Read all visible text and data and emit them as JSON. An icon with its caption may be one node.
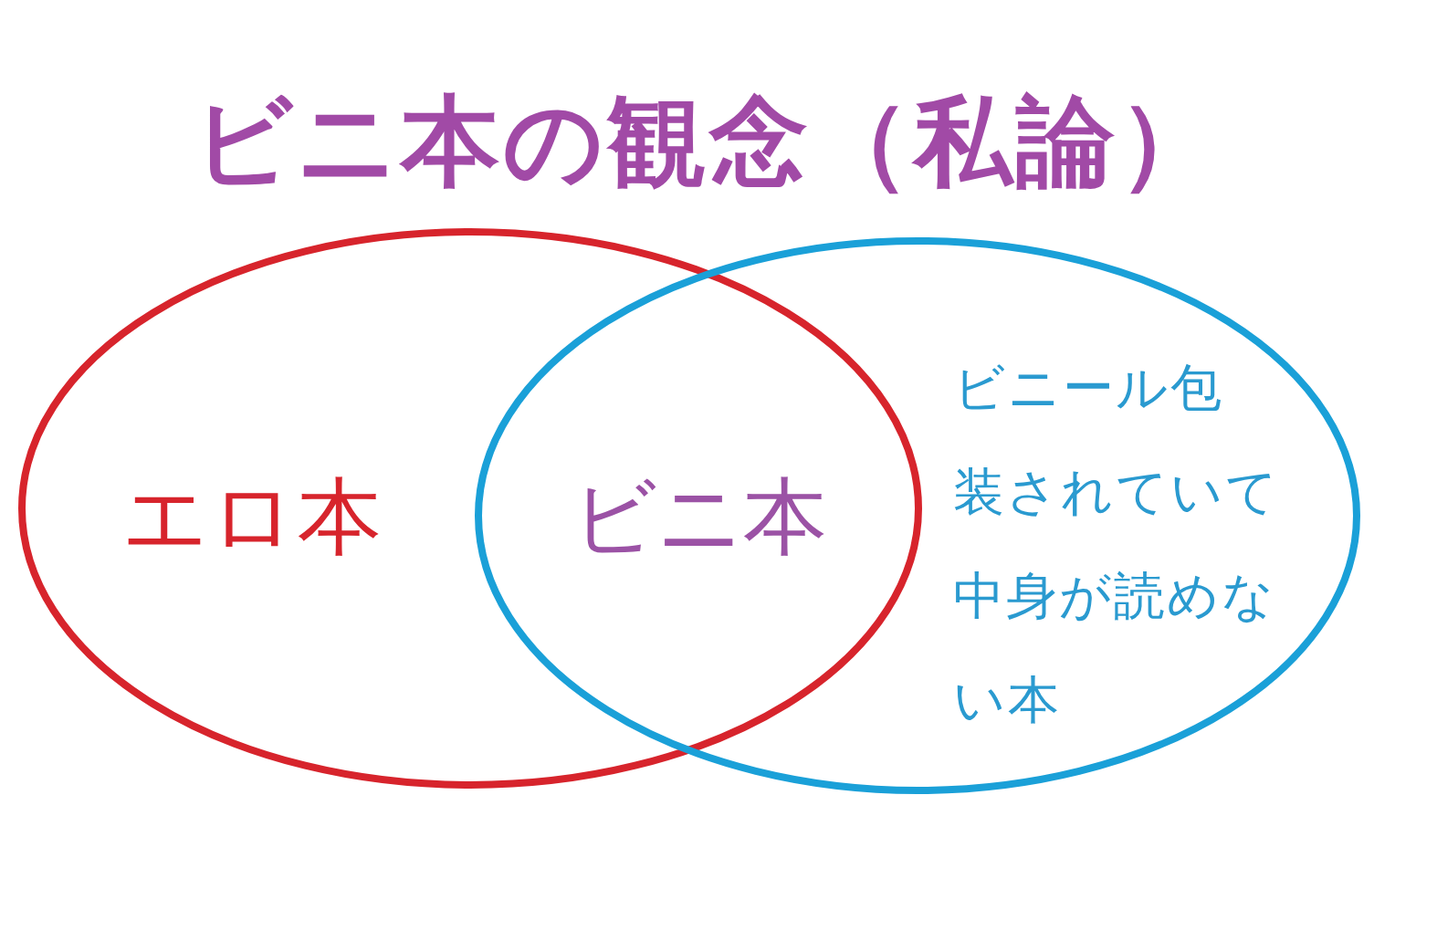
{
  "diagram": {
    "title": "ビニ本の観念（私論）",
    "nodes": [
      {
        "text": [
          "エロ本"
        ]
      },
      {
        "text": [
          "ビニール包装されていて中身が読めない本"
        ]
      }
    ],
    "labels": [
      "ビニ本"
    ]
  }
}
